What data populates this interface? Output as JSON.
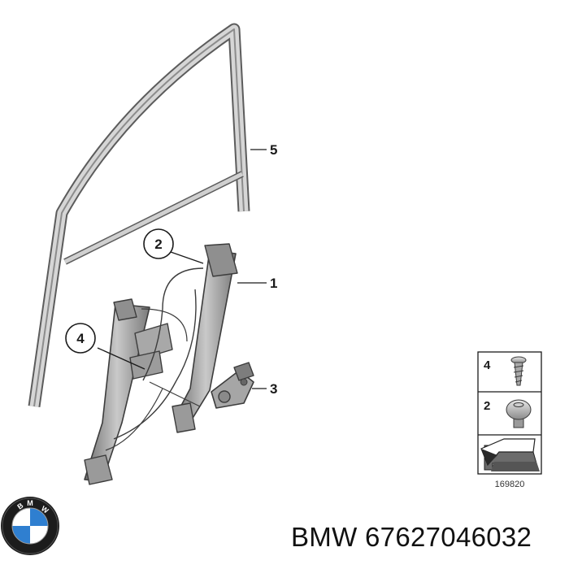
{
  "caption": {
    "brand": "BMW",
    "part_number": "67627046032"
  },
  "callouts": [
    {
      "id": "1",
      "label": "1",
      "circled": false,
      "part": "window regulator"
    },
    {
      "id": "2",
      "label": "2",
      "circled": true,
      "part": "screw"
    },
    {
      "id": "3",
      "label": "3",
      "circled": false,
      "part": "motor"
    },
    {
      "id": "4",
      "label": "4",
      "circled": true,
      "part": "screw"
    },
    {
      "id": "5",
      "label": "5",
      "circled": false,
      "part": "window guide"
    }
  ],
  "legend": {
    "items": [
      {
        "number": "4",
        "icon": "tapping-screw-icon"
      },
      {
        "number": "2",
        "icon": "round-head-screw-icon"
      }
    ],
    "direction_icon": "direction-arrow-icon",
    "drawing_number": "169820"
  },
  "logo": {
    "icon": "bmw-roundel-icon",
    "colors": {
      "ring": "#1c1c1c",
      "blue": "#2f7fd0",
      "white": "#ffffff"
    }
  }
}
